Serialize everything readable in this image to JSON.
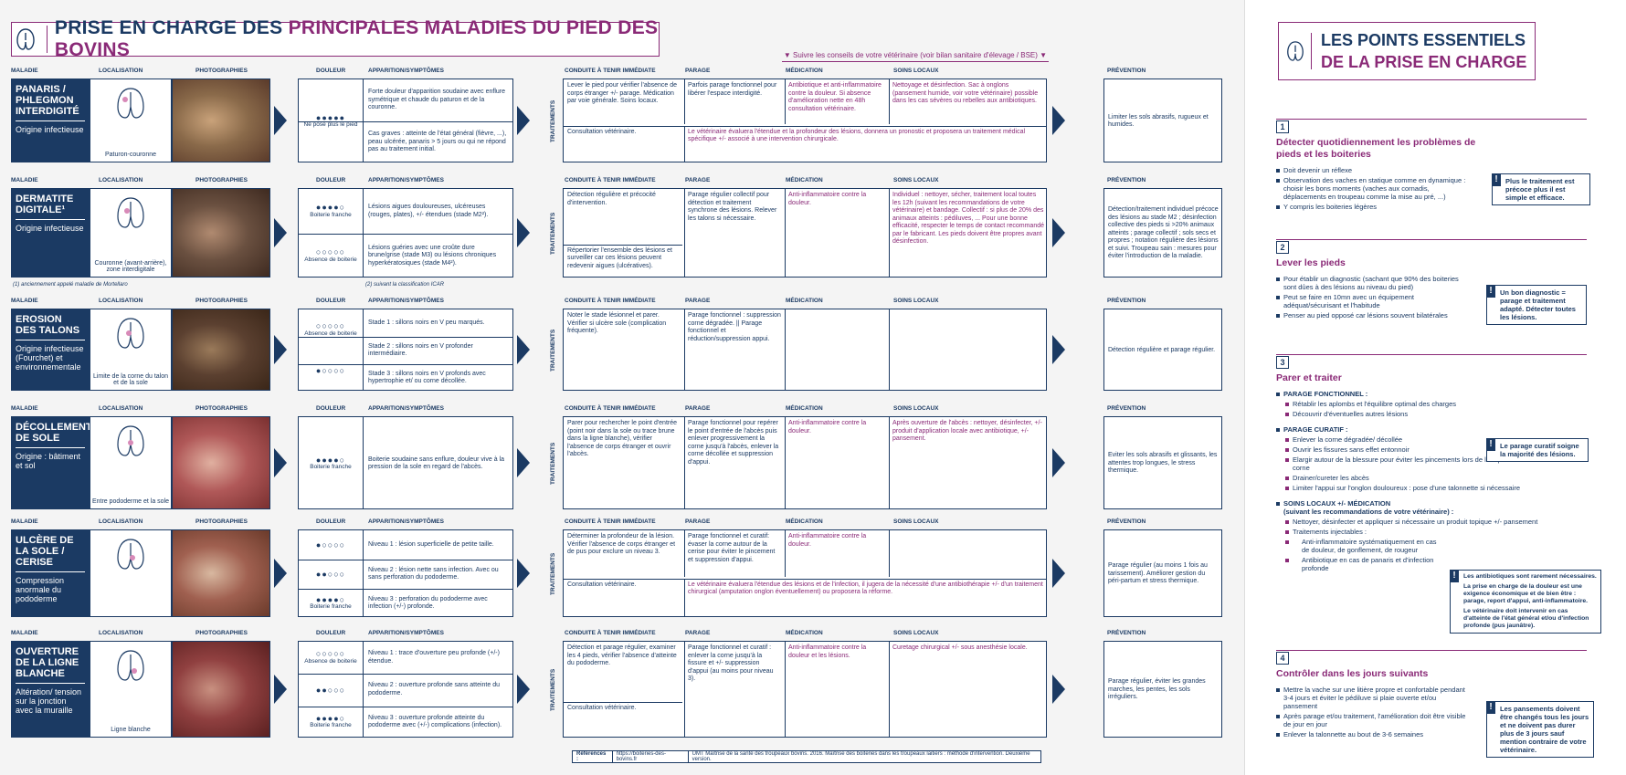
{
  "main_title": {
    "part1": "PRISE EN CHARGE DES ",
    "part2": "PRINCIPALES MALADIES DU PIED DES BOVINS"
  },
  "vet_note": "Suivre les conseils de votre vétérinaire (voir bilan sanitaire d'élevage / BSE)",
  "headers": {
    "maladie": "MALADIE",
    "localisation": "LOCALISATION",
    "photographies": "PHOTOGRAPHIES",
    "douleur": "DOULEUR",
    "apparition": "APPARITION/SYMPTÔMES",
    "conduite": "CONDUITE À TENIR IMMÉDIATE",
    "parage": "PARAGE",
    "medication": "MÉDICATION",
    "soins": "SOINS LOCAUX",
    "prevention": "PRÉVENTION",
    "traitements": "TRAITEMENTS"
  },
  "diseases": [
    {
      "name": "PANARIS / PHLEGMON INTERDIGITÉ",
      "origin": "Origine infectieuse",
      "loc": "Paturon-couronne",
      "pain": [
        {
          "dots": "●●●●●",
          "label": "Ne pose plus le pied"
        }
      ],
      "symptoms": [
        "Forte douleur d'apparition soudaine avec enflure symétrique et chaude du paturon et de la couronne.",
        "Cas graves : atteinte de l'état général (fièvre, ...), peau ulcérée, panaris > 5 jours ou qui ne répond pas au traitement initial."
      ],
      "conduite": [
        "Lever le pied pour vérifier l'absence de corps étranger +/- parage. Médication par voie générale. Soins locaux.",
        "Consultation vétérinaire."
      ],
      "parage": "Parfois parage fonctionnel pour libérer l'espace interdigité.",
      "medication": "Antibiotique et anti-inflammatoire contre la douleur. Si absence d'amélioration nette en 48h consultation vétérinaire.",
      "soins": "Nettoyage et désinfection. Sac à onglons (pansement humide, voir votre vétérinaire) possible dans les cas sévères ou rebelles aux antibiotiques.",
      "wide": "Le vétérinaire évaluera l'étendue et la profondeur des lésions, donnera un pronostic et proposera un traitement médical spécifique +/- associé à une intervention chirurgicale.",
      "prevention": "Limiter les sols abrasifs, rugueux et humides."
    },
    {
      "name": "DERMATITE DIGITALE¹",
      "origin": "Origine infectieuse",
      "loc": "Couronne (avant-arrière), zone interdigitale",
      "pain": [
        {
          "dots": "●●●●○",
          "label": "Boiterie franche"
        },
        {
          "dots": "○○○○○",
          "label": "Absence de boiterie"
        }
      ],
      "symptoms": [
        "Lésions aigues douloureuses, ulcéreuses (rouges, plates), +/- étendues (stade M2²).",
        "Lésions guéries avec une croûte dure brune/grise (stade M3) ou lésions chroniques hyperkératosiques (stade M4²)."
      ],
      "conduite": [
        "Détection régulière et précocité d'intervention.",
        "Répertorier l'ensemble des lésions et surveiller car ces lésions peuvent redevenir aigues (ulcératives)."
      ],
      "parage": "Parage régulier collectif pour détection et traitement synchrone des lésions. Relever les talons si nécessaire.",
      "medication": "Anti-inflammatoire contre la douleur.",
      "soins": "Individuel : nettoyer, sécher, traitement local toutes les 12h (suivant les recommandations de votre vétérinaire) et bandage. Collectif : si plus de 20% des animaux atteints : pédiluves, ... Pour une bonne efficacité, respecter le temps de contact recommandé par le fabricant. Les pieds doivent être propres avant désinfection.",
      "wide": "",
      "prevention": "Détection/traitement individuel précoce des lésions au stade M2 ; désinfection collective des pieds si >20% animaux atteints ; parage collectif ; sols secs et propres ; notation régulière des lésions et suivi. Troupeau sain : mesures pour éviter l'introduction de la maladie."
    },
    {
      "name": "EROSION DES TALONS",
      "origin": "Origine infectieuse (Fourchet) et environnementale",
      "loc": "Limite de la corne du talon et de la sole",
      "pain": [
        {
          "dots": "○○○○○",
          "label": "Absence de boiterie"
        },
        {
          "dots": "●○○○○",
          "label": ""
        }
      ],
      "symptoms": [
        "Stade 1 : sillons noirs en V peu marqués.",
        "Stade 2 : sillons noirs en V profonder intermédiaire.",
        "Stade 3 : sillons noirs en V profonds avec hypertrophie et/ ou corne décollée."
      ],
      "conduite": [
        "Noter le stade lésionnel et parer. Vérifier si ulcère sole (complication fréquente).",
        ""
      ],
      "parage": "Parage fonctionnel : suppression corne dégradée. || Parage fonctionnel et réduction/suppression appui.",
      "medication": "",
      "soins": "",
      "wide": "",
      "prevention": "Détection régulière et parage régulier."
    },
    {
      "name": "DÉCOLLEMENT DE SOLE",
      "origin": "Origine : bâtiment et sol",
      "loc": "Entre pododerme et la sole",
      "pain": [
        {
          "dots": "●●●●○",
          "label": "Boiterie franche"
        }
      ],
      "symptoms": [
        "Boiterie soudaine sans enflure, douleur vive à la pression de la sole en regard de l'abcès."
      ],
      "conduite": [
        "Parer pour rechercher le point d'entrée (point noir dans la sole ou trace brune dans la ligne blanche), vérifier l'absence de corps étranger et ouvrir l'abcès.",
        ""
      ],
      "parage": "Parage fonctionnel pour repérer le point d'entrée de l'abcès puis enlever progressivement la corne jusqu'à l'abcès, enlever la corne décollée et suppression d'appui.",
      "medication": "Anti-inflammatoire contre la douleur.",
      "soins": "Après ouverture de l'abcès : nettoyer, désinfecter, +/- produit d'application locale avec antibiotique, +/- pansement.",
      "wide": "",
      "prevention": "Eviter les sols abrasifs et glissants, les attentes trop longues, le stress thermique."
    },
    {
      "name": "ULCÈRE DE LA SOLE / CERISE",
      "origin": "Compression anormale du pododerme",
      "loc": "",
      "pain": [
        {
          "dots": "●○○○○",
          "label": ""
        },
        {
          "dots": "●●○○○",
          "label": ""
        },
        {
          "dots": "●●●●○",
          "label": "Boiterie franche"
        }
      ],
      "symptoms": [
        "Niveau 1 : lésion superficielle de petite taille.",
        "Niveau 2 : lésion nette sans infection. Avec ou sans perforation du pododerme.",
        "Niveau 3 : perforation du pododerme avec infection (+/-) profonde."
      ],
      "conduite": [
        "Déterminer la profondeur de la lésion. Vérifier l'absence de corps étranger et de pus pour exclure un niveau 3.",
        "Consultation vétérinaire."
      ],
      "parage": "Parage fonctionnel et curatif: évaser la corne autour de la cerise pour éviter le pincement et suppression d'appui.",
      "medication": "Anti-inflammatoire contre la douleur.",
      "soins": "",
      "wide": "Le vétérinaire évaluera l'étendue des lésions et de l'infection, il jugera de la nécessité d'une antibiothérapie +/- d'un traitement chirurgical (amputation onglon éventuellement) ou proposera la réforme.",
      "prevention": "Parage régulier (au moins 1 fois au tarissement). Améliorer gestion du péri-partum et stress thermique."
    },
    {
      "name": "OUVERTURE DE LA LIGNE BLANCHE",
      "origin": "Altération/ tension sur la jonction avec la muraille",
      "loc": "Ligne blanche",
      "pain": [
        {
          "dots": "○○○○○",
          "label": "Absence de boiterie"
        },
        {
          "dots": "●●○○○",
          "label": ""
        },
        {
          "dots": "●●●●○",
          "label": "Boiterie franche"
        }
      ],
      "symptoms": [
        "Niveau 1 : trace d'ouverture peu profonde (+/-) étendue.",
        "Niveau 2 : ouverture profonde sans atteinte du pododerme.",
        "Niveau 3 : ouverture profonde atteinte du pododerme avec (+/-) complications (infection)."
      ],
      "conduite": [
        "Détection et parage régulier, examiner les 4 pieds, vérifier l'absence d'atteinte du pododerme.",
        "Consultation vétérinaire."
      ],
      "parage": "Parage fonctionnel et curatif : enlever la corne jusqu'à la fissure et +/- suppression d'appui (au moins pour niveau 3).",
      "medication": "Anti-inflammatoire contre la douleur et les lésions.",
      "soins": "Curetage chirurgical +/- sous anesthésie locale.",
      "wide": "",
      "prevention": "Parage régulier, éviter les grandes marches, les pentes, les sols irréguliers."
    }
  ],
  "footnotes": {
    "f1": "(1) anciennement appelé maladie de Mortellaro",
    "f2": "(2) suivant la classification ICAR"
  },
  "refs": {
    "label": "Références :",
    "url": "https://boiteries-des-bovins.fr",
    "text": "UMT Maîtrise de la santé des troupeaux bovins. 2016. Maîtrise des boiteries dans les troupeaux laitiers : méthode d'intervention. Deuxième version."
  },
  "right": {
    "title_l1": "LES POINTS ESSENTIELS",
    "title_l2": "DE LA PRISE EN CHARGE",
    "steps": [
      {
        "num": "1",
        "head": "Détecter quotidiennement les problèmes de pieds et les boiteries",
        "items": [
          "Doit devenir un réflexe",
          "Observation des vaches en statique comme en dynamique : choisir les bons moments (vaches aux cornadis, déplacements en troupeau comme la mise au pré, ...)",
          "Y compris les boiteries légères"
        ],
        "callout": "Plus le traitement est précoce plus il est simple et efficace."
      },
      {
        "num": "2",
        "head": "Lever les pieds",
        "items": [
          "Pour établir un diagnostic (sachant que 90% des boiteries sont dûes à des lésions au niveau du pied)",
          "Peut se faire en 10mn avec un équipement adéquat/sécurisant et l'habitude",
          "Penser au pied opposé car lésions souvent bilatérales"
        ],
        "callout": "Un bon diagnostic = parage et traitement adapté. Détecter toutes les lésions."
      },
      {
        "num": "3",
        "head": "Parer et traiter",
        "sec1": "PARAGE FONCTIONNEL :",
        "sec1_items": [
          "Rétablir les aplombs et l'équilibre optimal des charges",
          "Découvrir d'éventuelles autres lésions"
        ],
        "sec2": "PARAGE CURATIF :",
        "sec2_items": [
          "Enlever la corne dégradée/ décollée",
          "Ouvrir les fissures sans effet entonnoir",
          "Elargir autour de la blessure pour éviter les pincements lors de la repousse de la corne",
          "Drainer/cureter les abcès",
          "Limiter l'appui sur l'onglon douloureux : pose d'une talonnette si nécessaire"
        ],
        "callout2": "Le parage curatif soigne la majorité des lésions.",
        "sec3": "SOINS LOCAUX +/- MÉDICATION",
        "sec3_sub": "(suivant les recommandations de votre vétérinaire) :",
        "sec3_items": [
          "Nettoyer, désinfecter et appliquer si nécessaire un produit topique +/- pansement",
          "Traitements injectables :"
        ],
        "sec3_sub_items": [
          "Anti-inflammatoire systématiquement en cas de douleur, de gonflement, de rougeur",
          "Antibiotique en cas de panaris et d'infection profonde"
        ],
        "callout3a": "Les antibiotiques sont rarement nécessaires.",
        "callout3b": "La prise en charge de la douleur est une exigence économique et de bien être : parage, report d'appui, anti-inflammatoire.",
        "callout3c": "Le vétérinaire doit intervenir en cas d'atteinte de l'état général et/ou d'infection profonde (pus jaunâtre)."
      },
      {
        "num": "4",
        "head": "Contrôler dans les jours suivants",
        "items": [
          "Mettre la vache sur une litière propre et confortable pendant 3-4 jours et éviter le pédiluve si plaie ouverte et/ou pansement",
          "Après parage et/ou traitement, l'amélioration doit être visible de jour en jour",
          "Enlever la talonnette au bout de 3-6 semaines"
        ],
        "callout": "Les pansements doivent être changés tous les jours et ne doivent pas durer plus de 3 jours sauf mention contraire de votre vétérinaire."
      }
    ]
  },
  "colors": {
    "navy": "#1b3a63",
    "purple": "#8a2a77"
  }
}
